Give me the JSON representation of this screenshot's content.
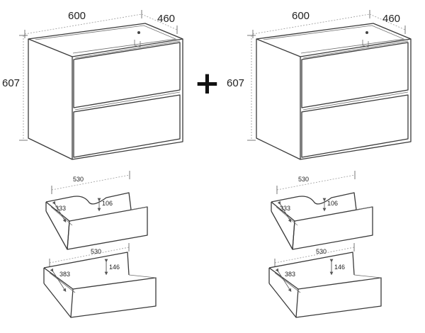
{
  "cabinets": [
    {
      "width": "600",
      "depth": "460",
      "height": "607"
    },
    {
      "width": "600",
      "depth": "460",
      "height": "607"
    }
  ],
  "join_symbol": "+",
  "upper_drawers": [
    {
      "width": "530",
      "depth": "333",
      "height": "106"
    },
    {
      "width": "530",
      "depth": "333",
      "height": "106"
    }
  ],
  "lower_drawers": [
    {
      "width": "530",
      "depth": "383",
      "height": "146"
    },
    {
      "width": "530",
      "depth": "383",
      "height": "146"
    }
  ]
}
